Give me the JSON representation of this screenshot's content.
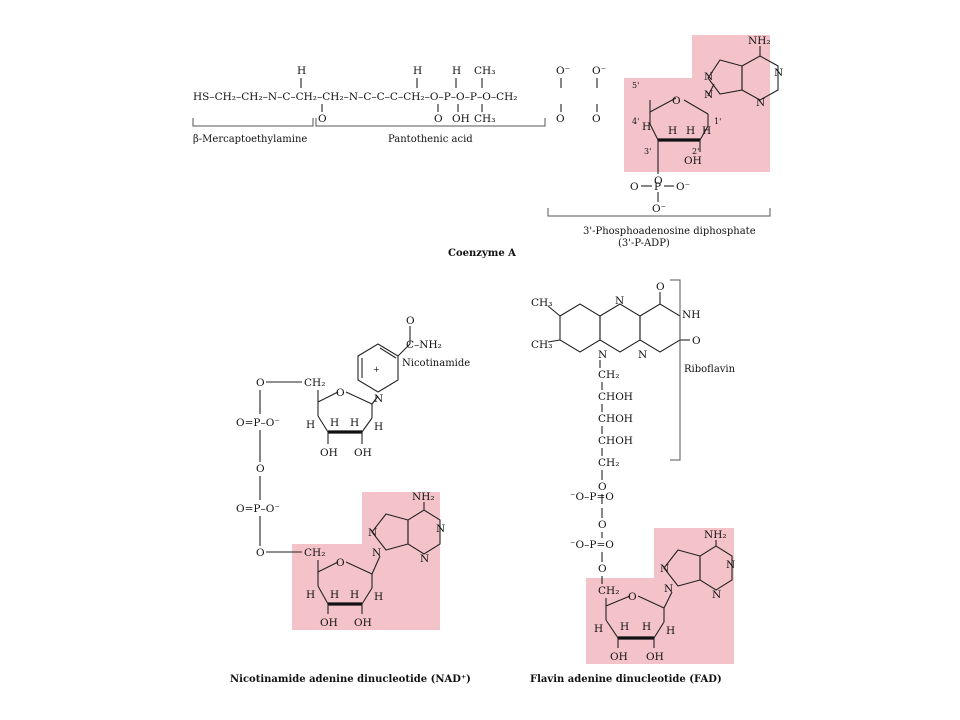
{
  "colors": {
    "highlight": "#f2b8bf",
    "ink": "#111111",
    "background": "#ffffff"
  },
  "coa": {
    "chain_text": "HS–CH₂–CH₂–N–C–CH₂–CH₂–N–C–C–C–CH₂–O–P–O–P–O–CH₂",
    "caption": "Coenzyme A",
    "labels": {
      "mercaptoethylamine": "β-Mercaptoethylamine",
      "pantothenic": "Pantothenic acid",
      "padp_line1": "3'-Phosphoadenosine diphosphate",
      "padp_line2": "(3'-P-ADP)"
    },
    "atoms": {
      "nh2": "NH₂",
      "oh": "OH",
      "ch3": "CH₃",
      "h": "H",
      "o": "O",
      "o_minus": "O⁻",
      "n": "N",
      "p": "P",
      "pos5": "5'",
      "pos4": "4'",
      "pos3": "3'",
      "pos2": "2'",
      "pos1": "1'"
    }
  },
  "nad": {
    "caption": "Nicotinamide adenine dinucleotide (NAD⁺)",
    "nicotinamide_label": "Nicotinamide",
    "carboxamide": "C–NH₂",
    "atoms": {
      "o": "O",
      "ch2": "CH₂",
      "h": "H",
      "oh": "OH",
      "p_eq": "O=P–O⁻",
      "n": "N",
      "nh2": "NH₂",
      "plus": "+"
    }
  },
  "fad": {
    "caption": "Flavin adenine dinucleotide (FAD)",
    "riboflavin_label": "Riboflavin",
    "atoms": {
      "ch3": "CH₃",
      "n": "N",
      "nh": "NH",
      "o": "O",
      "ch2": "CH₂",
      "chohl": "CHOH",
      "p_eq": "⁻O–P=O",
      "h": "H",
      "oh": "OH",
      "nh2": "NH₂"
    }
  }
}
